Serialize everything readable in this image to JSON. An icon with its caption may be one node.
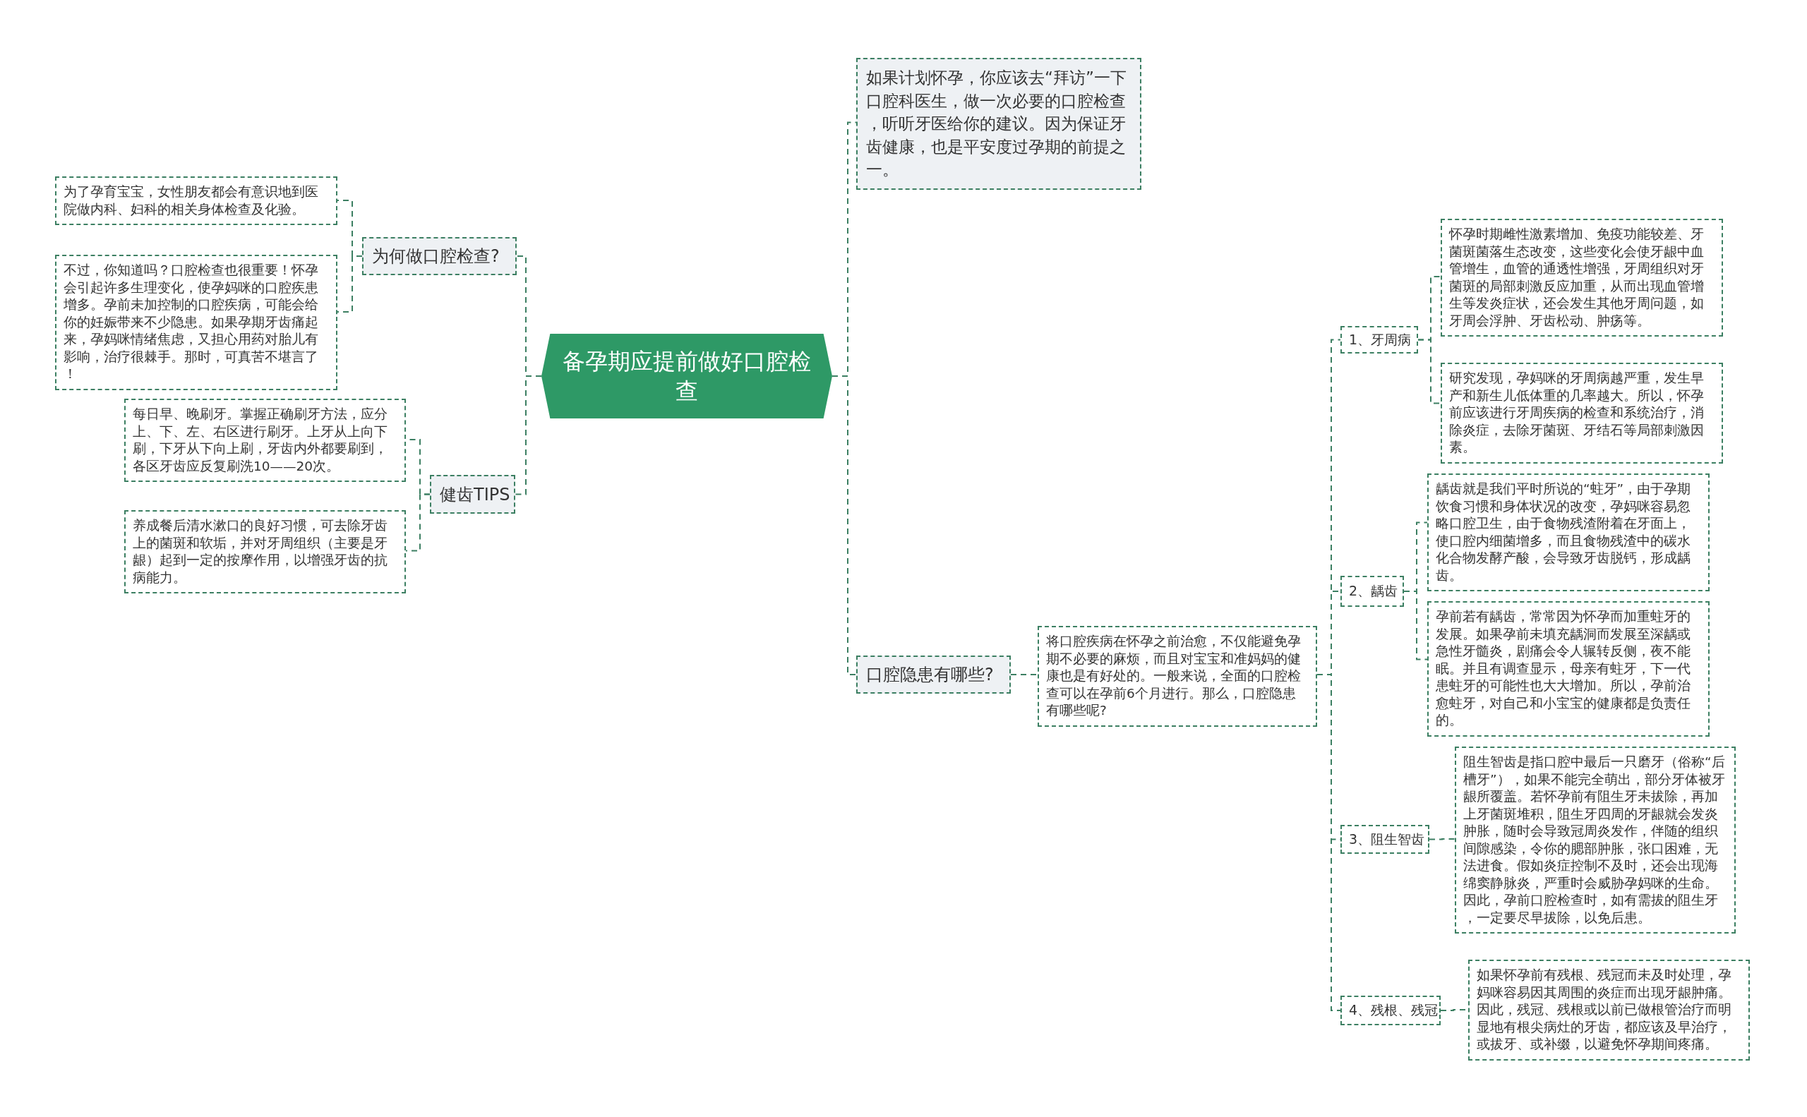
{
  "diagram": {
    "nodes": [
      {
        "text": [
          "备孕期应提前做好口腔检查"
        ]
      },
      {
        "text": [
          "如果计划怀孕，你应该去“拜访”一下口腔科医生，做一次必要的口腔检查，听听牙医给你的建议。因为保证牙齿健康，也是平安度过孕期的前提之一。"
        ]
      },
      {
        "text": [
          "口腔隐患有哪些?"
        ]
      },
      {
        "text": [
          "将口腔疾病在怀孕之前治愈，不仅能避免孕期不必要的麻烦，而且对宝宝和准妈妈的健康也是有好处的。一般来说，全面的口腔检查可以在孕前6个月进行。那么，口腔隐患有哪些呢?"
        ]
      },
      {
        "text": [
          "1、牙周病"
        ]
      },
      {
        "text": [
          "怀孕时期雌性激素增加、免疫功能较差、牙菌斑菌落生态改变，这些变化会使牙龈中血管增生，血管的通透性增强，牙周组织对牙菌斑的局部刺激反应加重，从而出现血管增生等发炎症状，还会发生其他牙周问题，如牙周会浮肿、牙齿松动、肿疡等。"
        ]
      },
      {
        "text": [
          "研究发现，孕妈咪的牙周病越严重，发生早产和新生儿低体重的几率越大。所以，怀孕前应该进行牙周疾病的检查和系统治疗，消除炎症，去除牙菌斑、牙结石等局部刺激因素。"
        ]
      },
      {
        "text": [
          "2、龋齿"
        ]
      },
      {
        "text": [
          "龋齿就是我们平时所说的“蛀牙”，由于孕期饮食习惯和身体状况的改变，孕妈咪容易忽略口腔卫生，由于食物残渣附着在牙面上，使口腔内细菌增多，而且食物残渣中的碳水化合物发酵产酸，会导致牙齿脱钙，形成龋齿。"
        ]
      },
      {
        "text": [
          "孕前若有龋齿，常常因为怀孕而加重蛀牙的发展。如果孕前未填充龋洞而发展至深龋或急性牙髓炎，剧痛会令人辗转反侧，夜不能眠。并且有调查显示，母亲有蛀牙，下一代患蛀牙的可能性也大大增加。所以，孕前治愈蛀牙，对自己和小宝宝的健康都是负责任的。"
        ]
      },
      {
        "text": [
          "3、阻生智齿"
        ]
      },
      {
        "text": [
          "阻生智齿是指口腔中最后一只磨牙（俗称“后槽牙”），如果不能完全萌出，部分牙体被牙龈所覆盖。若怀孕前有阻生牙未拔除，再加上牙菌斑堆积，阻生牙四周的牙龈就会发炎肿胀，随时会导致冠周炎发作，伴随的组织间隙感染，令你的腮部肿胀，张口困难，无法进食。假如炎症控制不及时，还会出现海绵窦静脉炎，严重时会威胁孕妈咪的生命。因此，孕前口腔检查时，如有需拔的阻生牙，一定要尽早拔除，以免后患。"
        ]
      },
      {
        "text": [
          "4、残根、残冠"
        ]
      },
      {
        "text": [
          "如果怀孕前有残根、残冠而未及时处理，孕妈咪容易因其周围的炎症而出现牙龈肿痛。因此，残冠、残根或以前已做根管治疗而明显地有根尖病灶的牙齿，都应该及早治疗，或拔牙、或补缀，以避免怀孕期间疼痛。"
        ]
      },
      {
        "text": [
          "为何做口腔检查?"
        ]
      },
      {
        "text": [
          "为了孕育宝宝，女性朋友都会有意识地到医院做内科、妇科的相关身体检查及化验。"
        ]
      },
      {
        "text": [
          "不过，你知道吗？口腔检查也很重要！怀孕会引起许多生理变化，使孕妈咪的口腔疾患增多。孕前未加控制的口腔疾病，可能会给你的妊娠带来不少隐患。如果孕期牙齿痛起来，孕妈咪情绪焦虑，又担心用药对胎儿有影响，治疗很棘手。那时，可真苦不堪言了！"
        ]
      },
      {
        "text": [
          "健齿TIPS"
        ]
      },
      {
        "text": [
          "每日早、晚刷牙。掌握正确刷牙方法，应分上、下、左、右区进行刷牙。上牙从上向下刷，下牙从下向上刷，牙齿内外都要刷到，各区牙齿应反复刷洗10——20次。"
        ]
      },
      {
        "text": [
          "养成餐后清水漱口的良好习惯，可去除牙齿上的菌斑和软垢，并对牙周组织（主要是牙龈）起到一定的按摩作用，以增强牙齿的抗病能力。"
        ]
      }
    ],
    "edges": [
      {
        "from": 0,
        "to": 1,
        "arrow": "none"
      },
      {
        "from": 0,
        "to": 2,
        "arrow": "none"
      },
      {
        "from": 2,
        "to": 3,
        "arrow": "none"
      },
      {
        "from": 3,
        "to": 4,
        "arrow": "none"
      },
      {
        "from": 4,
        "to": 5,
        "arrow": "none"
      },
      {
        "from": 4,
        "to": 6,
        "arrow": "none"
      },
      {
        "from": 3,
        "to": 7,
        "arrow": "none"
      },
      {
        "from": 7,
        "to": 8,
        "arrow": "none"
      },
      {
        "from": 7,
        "to": 9,
        "arrow": "none"
      },
      {
        "from": 3,
        "to": 10,
        "arrow": "none"
      },
      {
        "from": 10,
        "to": 11,
        "arrow": "none"
      },
      {
        "from": 3,
        "to": 12,
        "arrow": "none"
      },
      {
        "from": 12,
        "to": 13,
        "arrow": "none"
      },
      {
        "from": 0,
        "to": 14,
        "arrow": "none"
      },
      {
        "from": 14,
        "to": 15,
        "arrow": "none"
      },
      {
        "from": 14,
        "to": 16,
        "arrow": "none"
      },
      {
        "from": 0,
        "to": 17,
        "arrow": "none"
      },
      {
        "from": 17,
        "to": 18,
        "arrow": "none"
      },
      {
        "from": 17,
        "to": 19,
        "arrow": "none"
      }
    ]
  }
}
